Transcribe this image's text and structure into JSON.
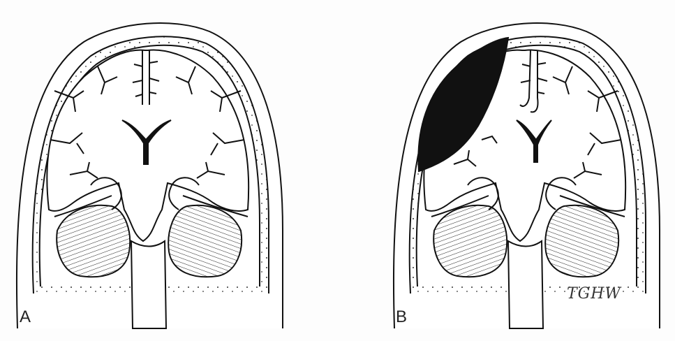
{
  "panels": [
    {
      "id": "A",
      "label": "A"
    },
    {
      "id": "B",
      "label": "B"
    }
  ],
  "signature": "TGHW"
}
